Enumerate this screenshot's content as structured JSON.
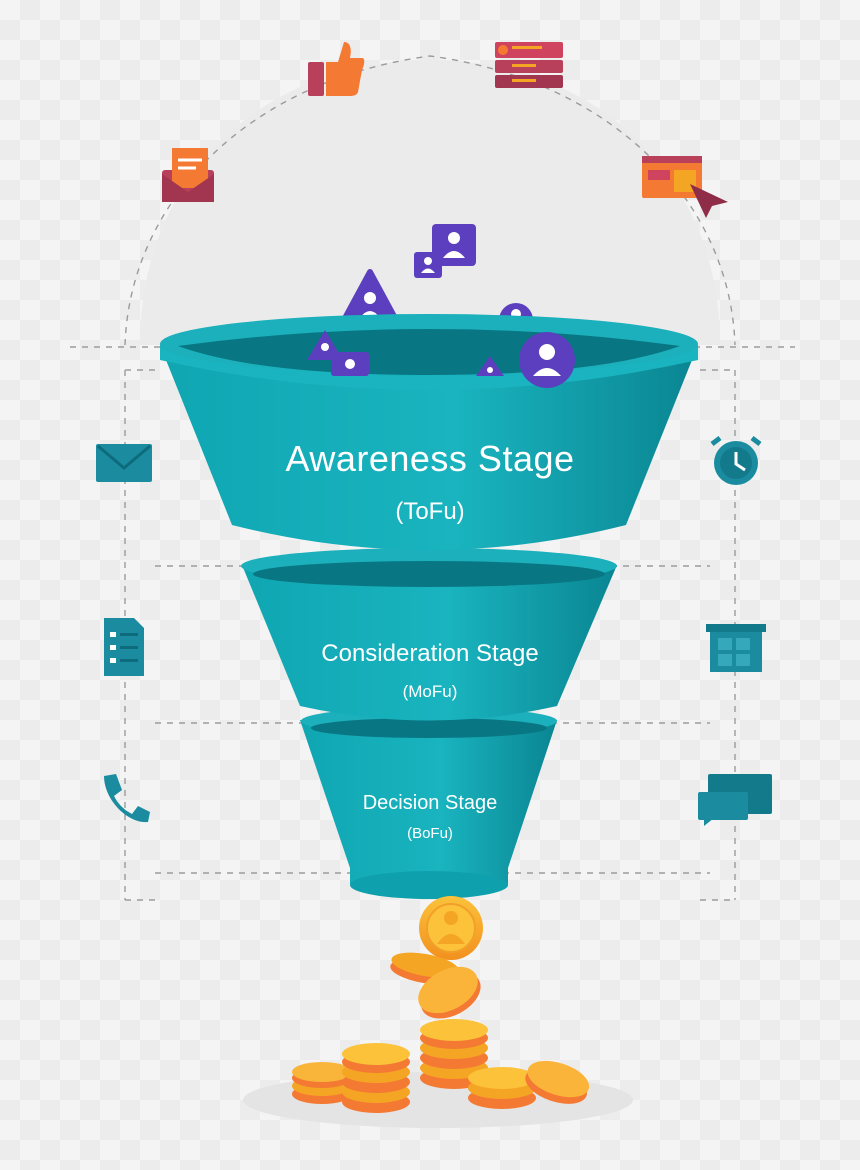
{
  "stages": [
    {
      "title": "Awareness Stage",
      "subtitle": "(ToFu)"
    },
    {
      "title": "Consideration Stage",
      "subtitle": "(MoFu)"
    },
    {
      "title": "Decision Stage",
      "subtitle": "(BoFu)"
    }
  ],
  "icons_top": [
    "email-open-icon",
    "thumbs-up-icon",
    "reviews-icon",
    "web-click-icon"
  ],
  "icons_left": [
    "mail-icon",
    "checklist-icon",
    "phone-icon"
  ],
  "icons_right": [
    "alarm-clock-icon",
    "calendar-icon",
    "chat-icon"
  ],
  "colors": {
    "funnel": "#14a9b5",
    "funnel_dark": "#0b8895",
    "rim": "#087783",
    "persona": "#5b3fbe",
    "coin": "#f5a524",
    "coin_orange": "#f47a33",
    "icon_teal": "#1b8ca0",
    "icon_orange": "#f0643a",
    "icon_maroon": "#b8405a"
  }
}
